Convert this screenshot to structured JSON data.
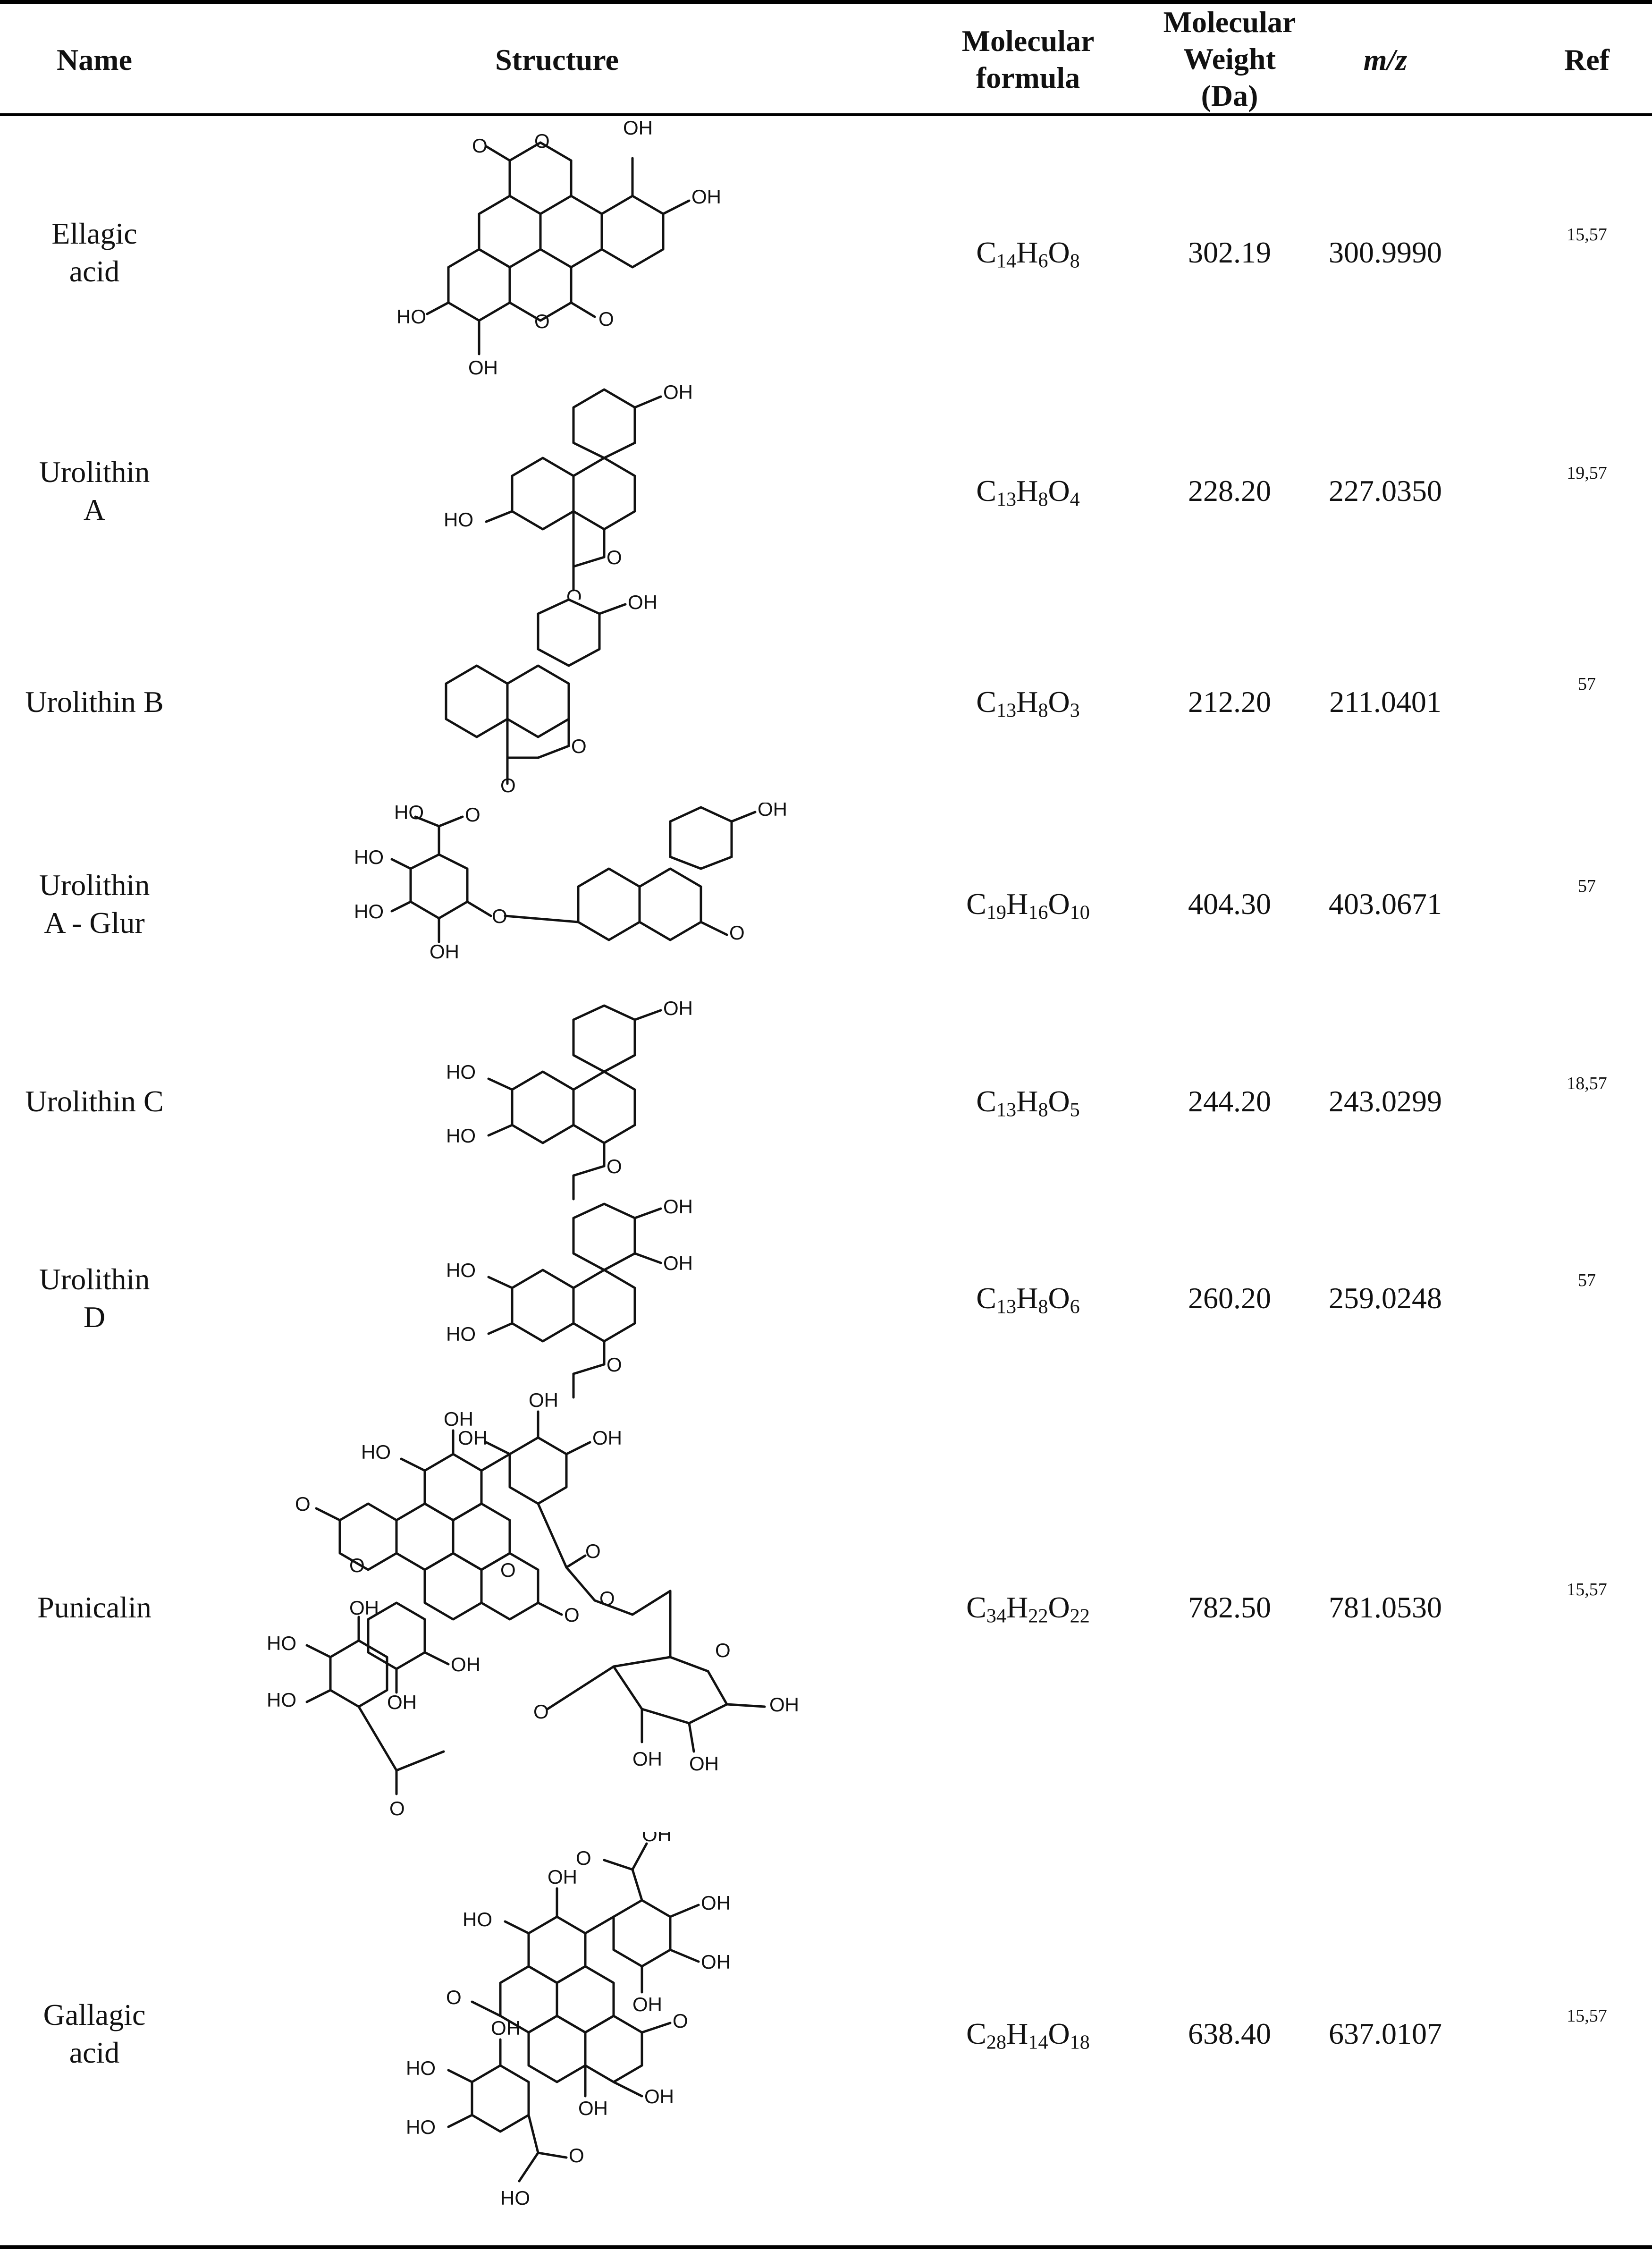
{
  "headers": {
    "name": "Name",
    "structure": "Structure",
    "formula": [
      "Molecular",
      "formula"
    ],
    "weight": [
      "Molecular",
      "Weight",
      "(Da)"
    ],
    "mz": "m/z",
    "ref": "Ref"
  },
  "rows": [
    {
      "name": [
        "Ellagic",
        "acid"
      ],
      "formula": [
        [
          "C",
          "14"
        ],
        [
          "H",
          "6"
        ],
        [
          "O",
          "8"
        ]
      ],
      "weight": "302.19",
      "mz": "300.9990",
      "ref": "15,57"
    },
    {
      "name": [
        "Urolithin",
        "A"
      ],
      "formula": [
        [
          "C",
          "13"
        ],
        [
          "H",
          "8"
        ],
        [
          "O",
          "4"
        ]
      ],
      "weight": "228.20",
      "mz": "227.0350",
      "ref": "19,57"
    },
    {
      "name": [
        "Urolithin B"
      ],
      "formula": [
        [
          "C",
          "13"
        ],
        [
          "H",
          "8"
        ],
        [
          "O",
          "3"
        ]
      ],
      "weight": "212.20",
      "mz": "211.0401",
      "ref": "57"
    },
    {
      "name": [
        "Urolithin",
        "A - Glur"
      ],
      "formula": [
        [
          "C",
          "19"
        ],
        [
          "H",
          "16"
        ],
        [
          "O",
          "10"
        ]
      ],
      "weight": "404.30",
      "mz": "403.0671",
      "ref": "57"
    },
    {
      "name": [
        "Urolithin C"
      ],
      "formula": [
        [
          "C",
          "13"
        ],
        [
          "H",
          "8"
        ],
        [
          "O",
          "5"
        ]
      ],
      "weight": "244.20",
      "mz": "243.0299",
      "ref": "18,57"
    },
    {
      "name": [
        "Urolithin",
        "D"
      ],
      "formula": [
        [
          "C",
          "13"
        ],
        [
          "H",
          "8"
        ],
        [
          "O",
          "6"
        ]
      ],
      "weight": "260.20",
      "mz": "259.0248",
      "ref": "57"
    },
    {
      "name": [
        "Punicalin"
      ],
      "formula": [
        [
          "C",
          "34"
        ],
        [
          "H",
          "22"
        ],
        [
          "O",
          "22"
        ]
      ],
      "weight": "782.50",
      "mz": "781.0530",
      "ref": "15,57"
    },
    {
      "name": [
        "Gallagic",
        "acid"
      ],
      "formula": [
        [
          "C",
          "28"
        ],
        [
          "H",
          "14"
        ],
        [
          "O",
          "18"
        ]
      ],
      "weight": "638.40",
      "mz": "637.0107",
      "ref": "15,57"
    }
  ],
  "atom_labels": {
    "oh": "OH",
    "ho": "HO",
    "o": "O"
  }
}
